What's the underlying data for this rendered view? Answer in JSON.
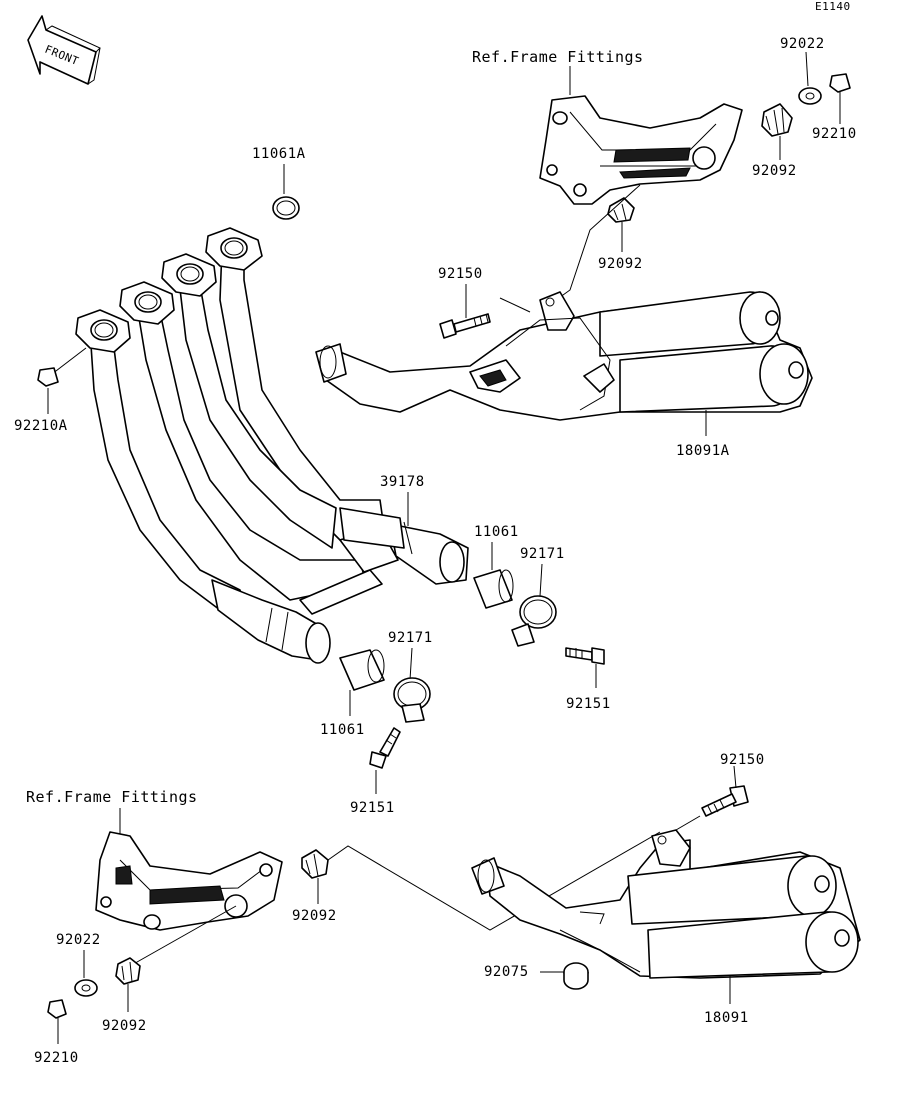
{
  "diagram_id": "E1140",
  "front_marker": "FRONT",
  "ref_labels": [
    "Ref.Frame Fittings",
    "Ref.Frame Fittings"
  ],
  "parts": {
    "p92022_top": "92022",
    "p92210_top": "92210",
    "p92092_top_right": "92092",
    "p92092_top_mid": "92092",
    "p11061A": "11061A",
    "p92150_top": "92150",
    "p92210A": "92210A",
    "p18091A": "18091A",
    "p39178": "39178",
    "p11061_right": "11061",
    "p92171_right": "92171",
    "p92171_mid": "92171",
    "p92151_right": "92151",
    "p11061_left": "11061",
    "p92151_left": "92151",
    "p92150_bottom": "92150",
    "p92092_bottom_mid": "92092",
    "p92022_bottom": "92022",
    "p92092_bottom_left": "92092",
    "p92210_bottom": "92210",
    "p92075": "92075",
    "p18091": "18091"
  }
}
